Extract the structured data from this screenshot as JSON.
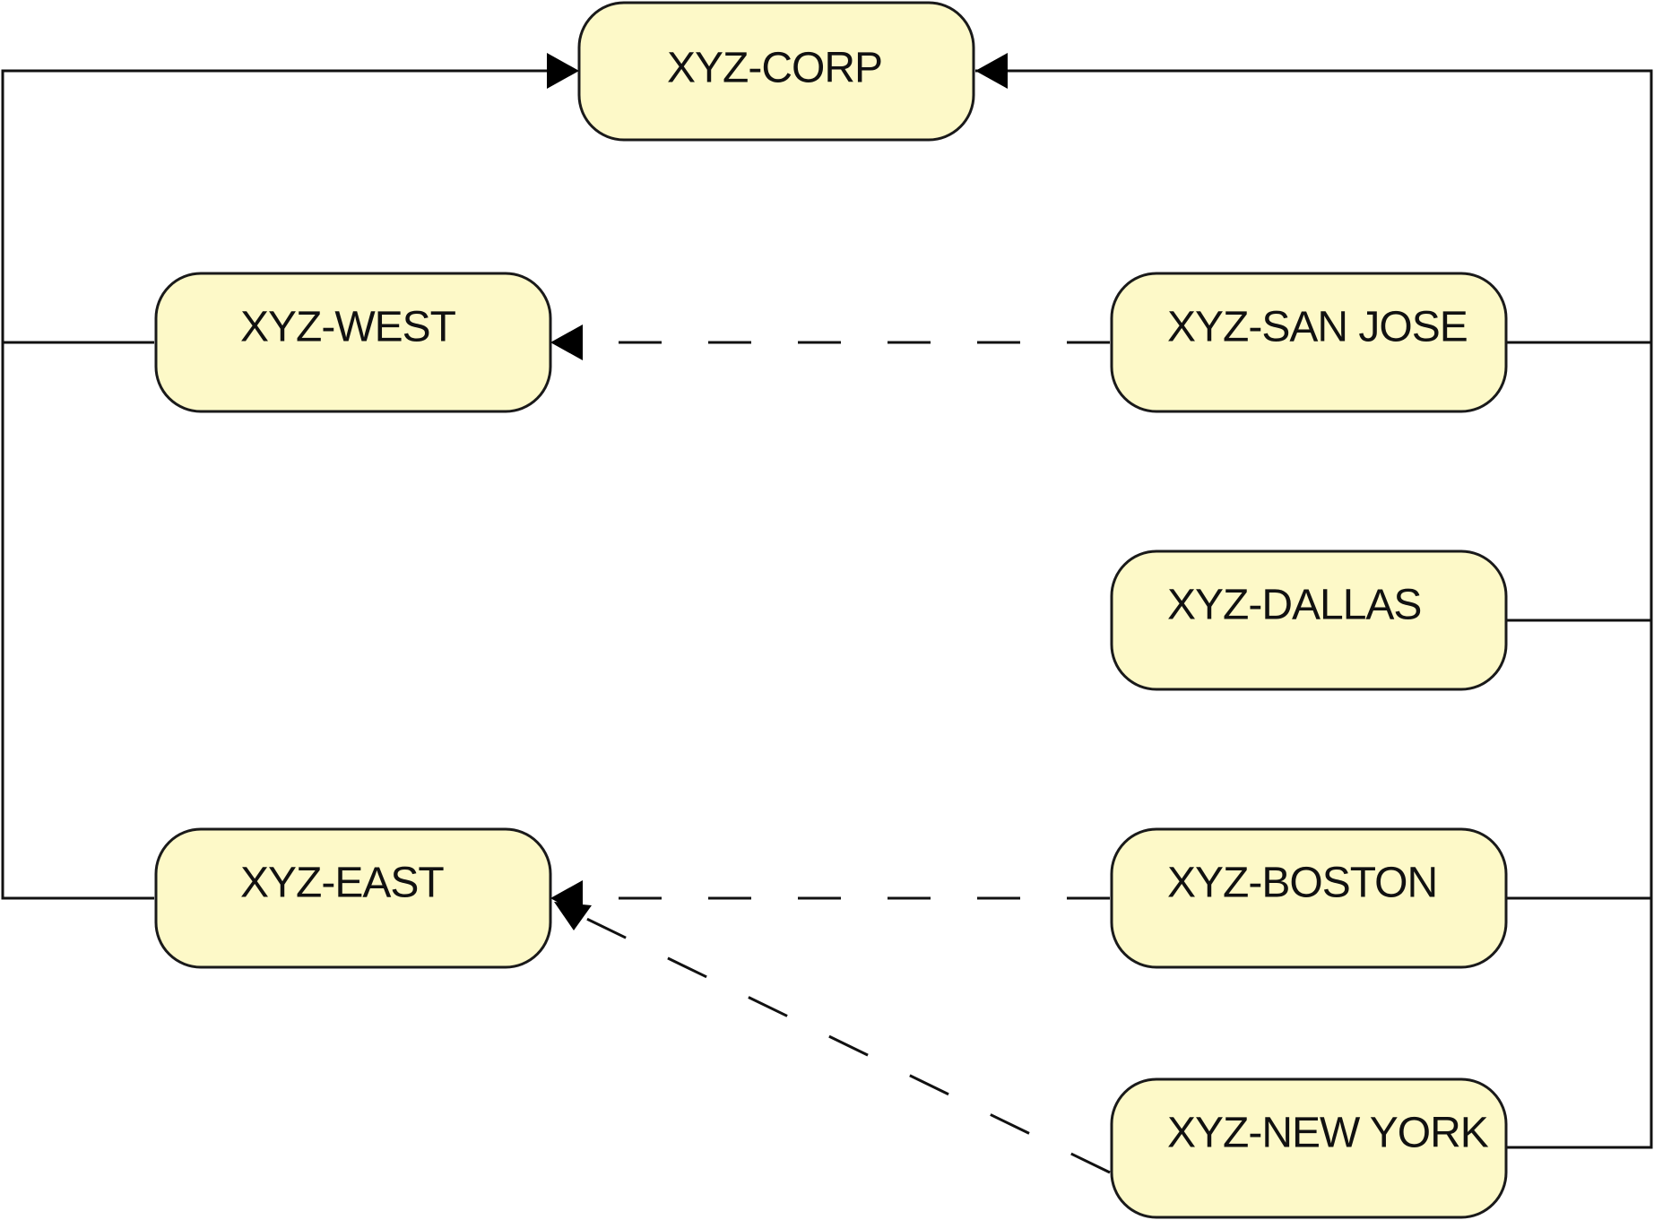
{
  "diagram": {
    "nodes": {
      "corp": {
        "label": "XYZ-CORP"
      },
      "west": {
        "label": "XYZ-WEST"
      },
      "east": {
        "label": "XYZ-EAST"
      },
      "san_jose": {
        "label": "XYZ-SAN JOSE"
      },
      "dallas": {
        "label": "XYZ-DALLAS"
      },
      "boston": {
        "label": "XYZ-BOSTON"
      },
      "new_york": {
        "label": "XYZ-NEW YORK"
      }
    },
    "edges": [
      {
        "from": "west",
        "to": "corp",
        "style": "solid"
      },
      {
        "from": "east",
        "to": "corp",
        "style": "solid"
      },
      {
        "from": "san_jose",
        "to": "corp",
        "style": "solid"
      },
      {
        "from": "dallas",
        "to": "corp",
        "style": "solid"
      },
      {
        "from": "boston",
        "to": "corp",
        "style": "solid"
      },
      {
        "from": "new_york",
        "to": "corp",
        "style": "solid"
      },
      {
        "from": "san_jose",
        "to": "west",
        "style": "dashed"
      },
      {
        "from": "boston",
        "to": "east",
        "style": "dashed"
      },
      {
        "from": "new_york",
        "to": "east",
        "style": "dashed"
      }
    ],
    "colors": {
      "node_fill": "#fdf9c8",
      "stroke": "#1a1a1a"
    }
  }
}
